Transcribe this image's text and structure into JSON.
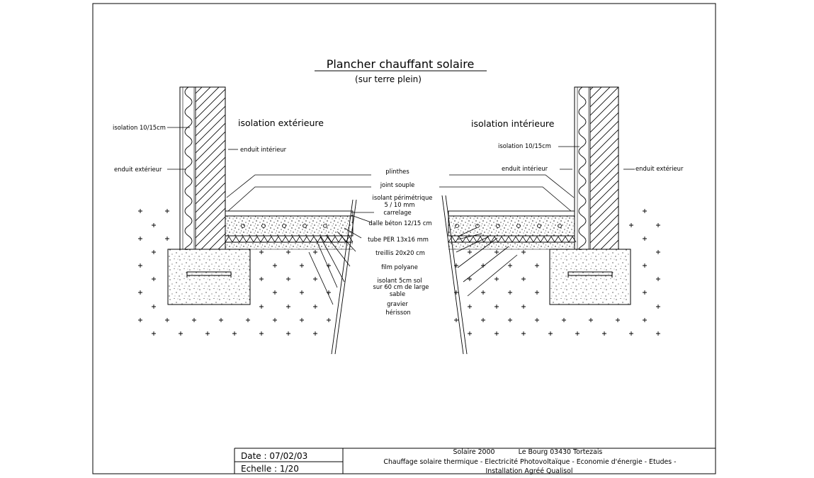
{
  "title": "Plancher chauffant solaire",
  "subtitle": "(sur terre plein)",
  "left_section": {
    "heading": "isolation extérieure",
    "isolation": "isolation 10/15cm",
    "enduit_exterieur": "enduit extérieur",
    "enduit_interieur": "enduit intérieur"
  },
  "right_section": {
    "heading": "isolation intérieure",
    "isolation": "isolation 10/15cm",
    "enduit_interieur": "enduit intérieur",
    "enduit_exterieur": "enduit extérieur"
  },
  "layers": {
    "plinthes": "plinthes",
    "joint_souple": "joint souple",
    "isolant_perimetrique_1": "isolant périmétrique",
    "isolant_perimetrique_2": "5 / 10 mm",
    "carrelage": "carrelage",
    "dalle_beton": "dalle béton 12/15 cm",
    "tube_per": "tube PER 13x16 mm",
    "treillis": "treillis 20x20 cm",
    "film_polyane": "film polyane",
    "isolant_sol_1": "isolant 5cm sol",
    "isolant_sol_2": "sur 60 cm de large",
    "sable": "sable",
    "gravier": "gravier",
    "herisson": "hérisson"
  },
  "title_block": {
    "date": "Date : 07/02/03",
    "echelle": "Echelle : 1/20",
    "company": "Solaire 2000",
    "address": "Le Bourg 03430 Tortezais",
    "services": "Chauffage solaire thermique - Electricité Photovoltaïque - Economie d'énergie - Etudes -",
    "certification": "Installation Agréé Qualisol"
  }
}
